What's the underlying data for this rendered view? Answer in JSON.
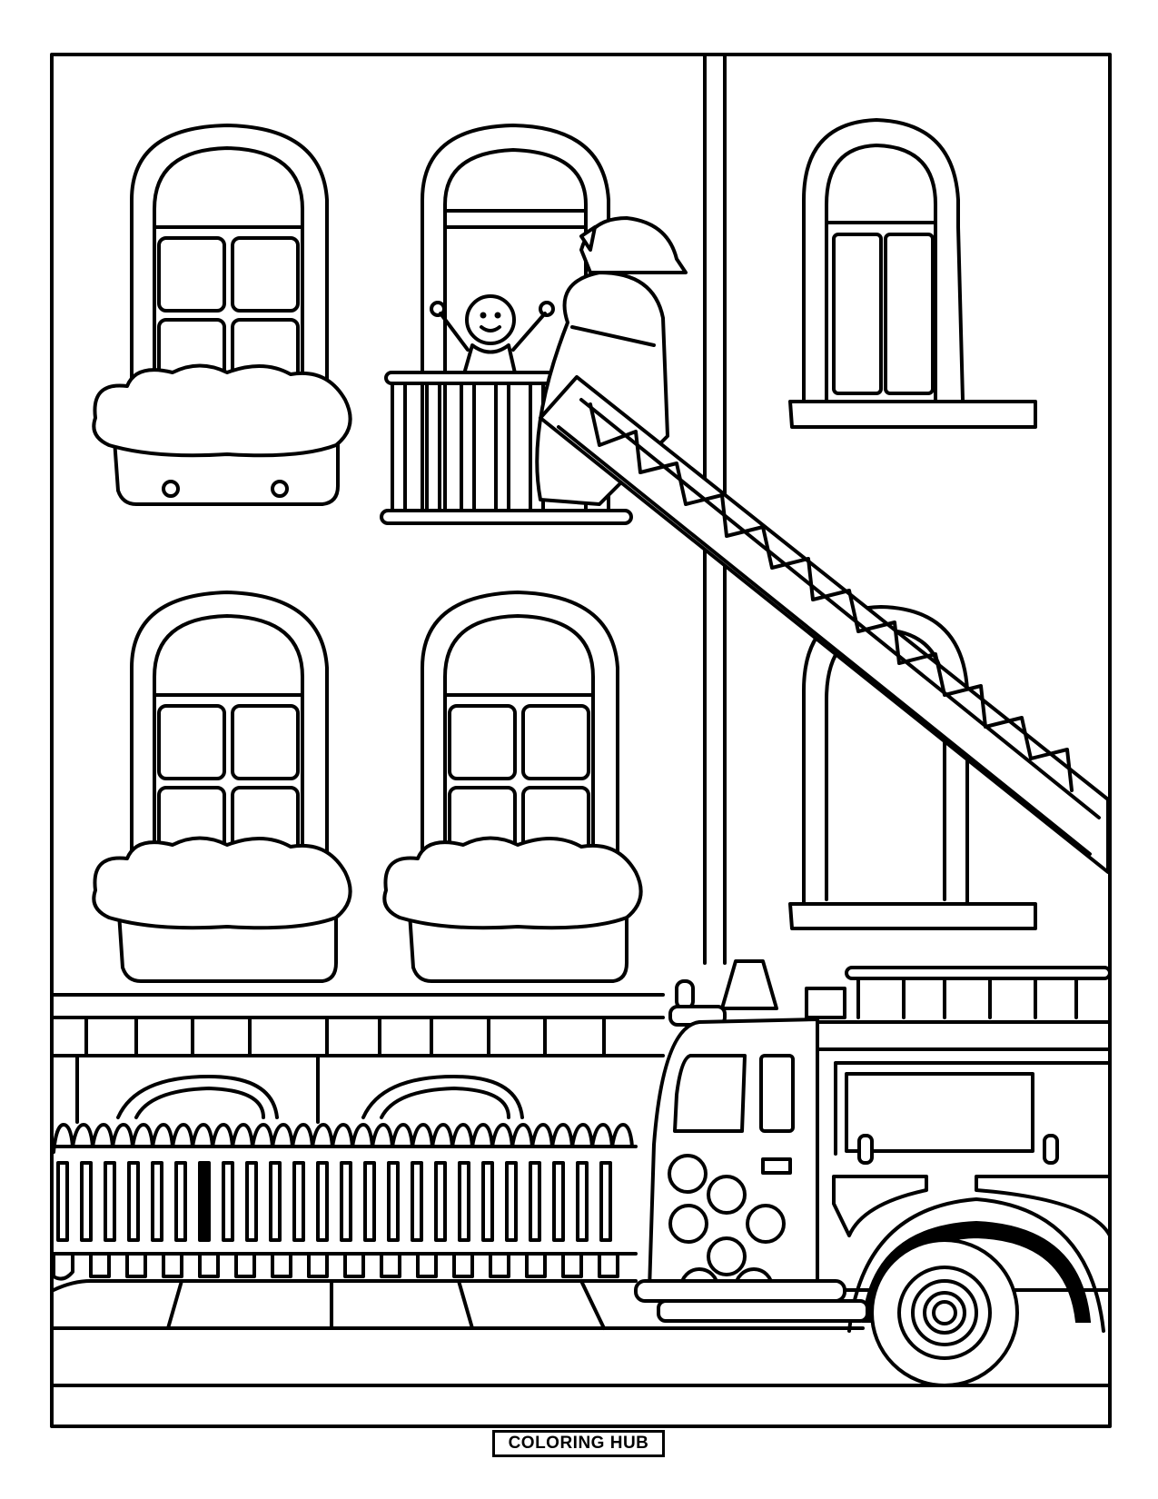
{
  "page": {
    "type": "coloring-page",
    "subject": "Firefighter rescuing child from balcony with fire truck ladder",
    "colors": {
      "line": "#000000",
      "background": "#ffffff"
    }
  },
  "scene": {
    "building": {
      "windows_upper_row": 3,
      "windows_lower_row": 3,
      "flower_boxes": 3,
      "balcony": "upper middle window with railing"
    },
    "characters": [
      "child waving with raised arms",
      "firefighter in helmet on ladder"
    ],
    "vehicle": "fire truck with extended ladder",
    "foreground": "picket fence and sidewalk"
  },
  "footer": {
    "brand_label": "COLORING HUB"
  }
}
